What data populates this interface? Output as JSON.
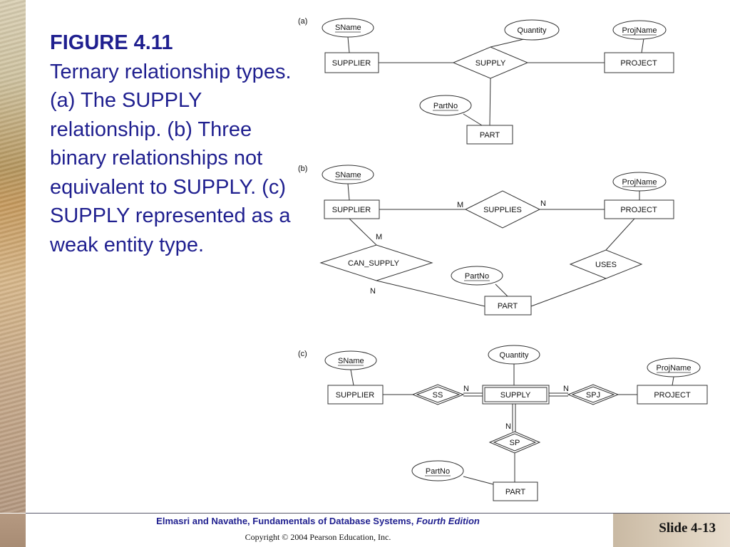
{
  "caption": {
    "title": "FIGURE 4.11",
    "text": "Ternary relationship types. (a) The SUPPLY relationship. (b) Three binary relationships not equivalent to SUPPLY. (c) SUPPLY represented as a weak entity type."
  },
  "diagram": {
    "a": {
      "label": "(a)",
      "supplier": "SUPPLIER",
      "project": "PROJECT",
      "part": "PART",
      "supply": "SUPPLY",
      "sname": "SName",
      "quantity": "Quantity",
      "projname": "ProjName",
      "partno": "PartNo"
    },
    "b": {
      "label": "(b)",
      "supplier": "SUPPLIER",
      "project": "PROJECT",
      "part": "PART",
      "supplies": "SUPPLIES",
      "can_supply": "CAN_SUPPLY",
      "uses": "USES",
      "sname": "SName",
      "projname": "ProjName",
      "partno": "PartNo",
      "m1": "M",
      "n1": "N",
      "m2": "M",
      "n2": "N"
    },
    "c": {
      "label": "(c)",
      "supplier": "SUPPLIER",
      "supply": "SUPPLY",
      "project": "PROJECT",
      "part": "PART",
      "ss": "SS",
      "spj": "SPJ",
      "sp": "SP",
      "sname": "SName",
      "quantity": "Quantity",
      "projname": "ProjName",
      "partno": "PartNo",
      "n_ss": "N",
      "n_spj": "N",
      "n_sp": "N"
    }
  },
  "footer": {
    "citation": "Elmasri and Navathe, Fundamentals of Database Systems,",
    "edition": "Fourth Edition",
    "copyright": "Copyright © 2004 Pearson Education, Inc.",
    "slide": "Slide 4-13"
  }
}
